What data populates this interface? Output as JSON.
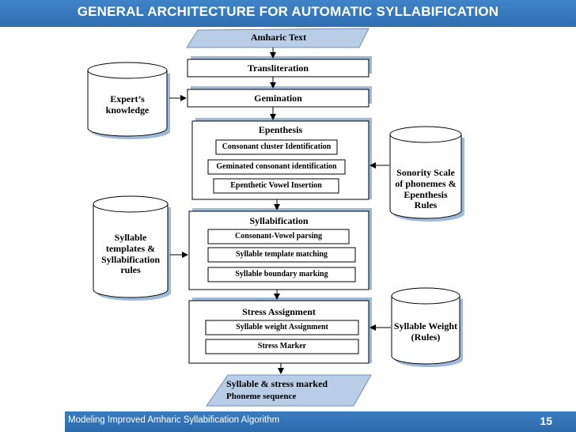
{
  "slide": {
    "title": "GENERAL ARCHITECTURE FOR AUTOMATIC SYLLABIFICATION",
    "footer": "Modeling Improved Amharic Syllabification Algorithm",
    "page_number": "15"
  },
  "diagram": {
    "input": "Amharic Text",
    "transliteration": "Transliteration",
    "gemination": "Gemination",
    "epenthesis": {
      "title": "Epenthesis",
      "steps": [
        "Consonant cluster Identification",
        "Geminated consonant identification",
        "Epenthetic Vowel Insertion"
      ]
    },
    "syllabification": {
      "title": "Syllabification",
      "steps": [
        "Consonant-Vowel parsing",
        "Syllable template matching",
        "Syllable boundary marking"
      ]
    },
    "stress": {
      "title": "Stress Assignment",
      "steps": [
        "Syllable weight Assignment",
        "Stress Marker"
      ]
    },
    "output": {
      "line1": "Syllable & stress marked",
      "line2": "Phoneme sequence"
    },
    "knowledge_sources": {
      "expert": "Expert’s knowledge",
      "sonority": "Sonority Scale of phonemes & Epenthesis Rules",
      "templates": "Syllable templates & Syllabification rules",
      "weight": "Syllable Weight (Rules)"
    }
  },
  "colors": {
    "band": "#3a7cc0",
    "box_fill": "#ffffff",
    "shadow": "#9fb9d9",
    "parallelogram": "#b9cde6",
    "stroke": "#000000"
  }
}
